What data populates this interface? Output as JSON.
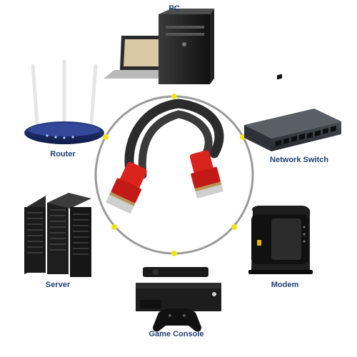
{
  "devices": {
    "pc": {
      "label": "PC",
      "icon": "desktop-pc-and-laptop"
    },
    "router": {
      "label": "Router",
      "icon": "wifi-router"
    },
    "network_switch": {
      "label": "Network Switch",
      "icon": "network-switch"
    },
    "server": {
      "label": "Server",
      "icon": "server-rack"
    },
    "modem": {
      "label": "Modem",
      "icon": "modem"
    },
    "game_console": {
      "label": "Game Console",
      "icon": "game-console"
    }
  },
  "center": {
    "icon": "ethernet-cable-red-rj45"
  },
  "colors": {
    "label_text": "#1f3f73",
    "ring": "#9a9a9a",
    "connector_dots": "#f2e21a",
    "cable": "#2b2b2b",
    "boot": "#d9231d"
  }
}
